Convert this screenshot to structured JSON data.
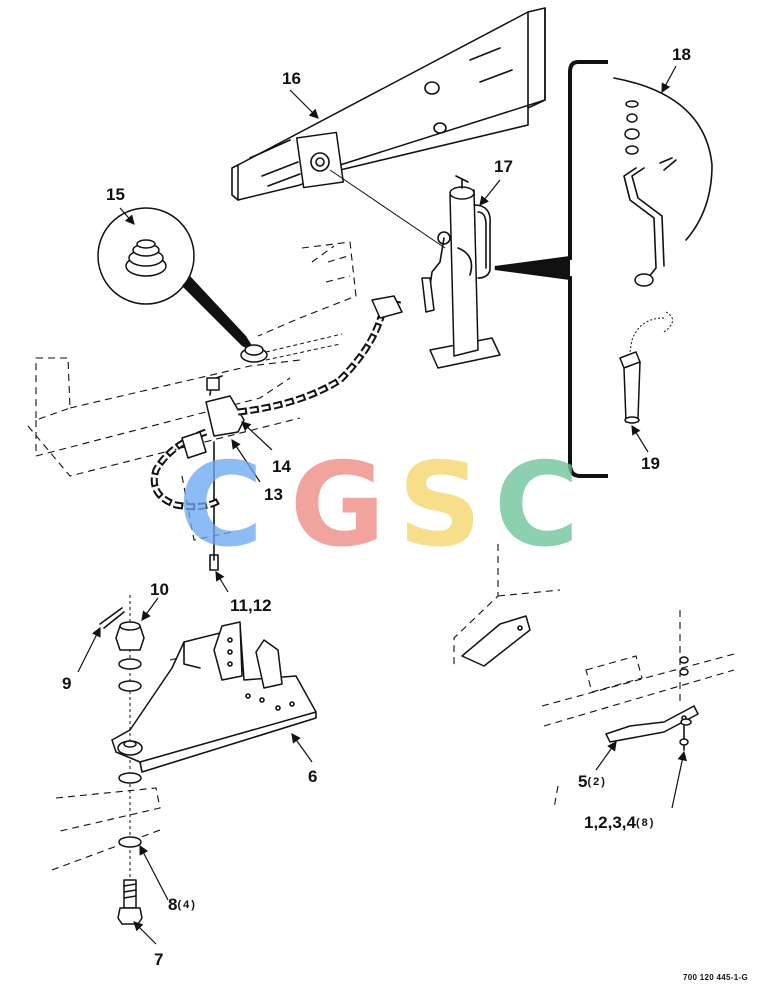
{
  "callouts": {
    "c1": "1,2,3,4",
    "c1_qty": "(8)",
    "c5": "5",
    "c5_qty": "(2)",
    "c6": "6",
    "c7": "7",
    "c8": "8",
    "c8_qty": "(4)",
    "c9": "9",
    "c10": "10",
    "c11": "11,12",
    "c13": "13",
    "c14": "14",
    "c15": "15",
    "c16": "16",
    "c17": "17",
    "c18": "18",
    "c19": "19"
  },
  "document_number": "700 120 445-1-G",
  "watermark": {
    "letters": [
      "C",
      "G",
      "S",
      "C"
    ],
    "colors": [
      "#6ea8f0",
      "#ee8a84",
      "#f4d56a",
      "#6cc49a"
    ]
  }
}
